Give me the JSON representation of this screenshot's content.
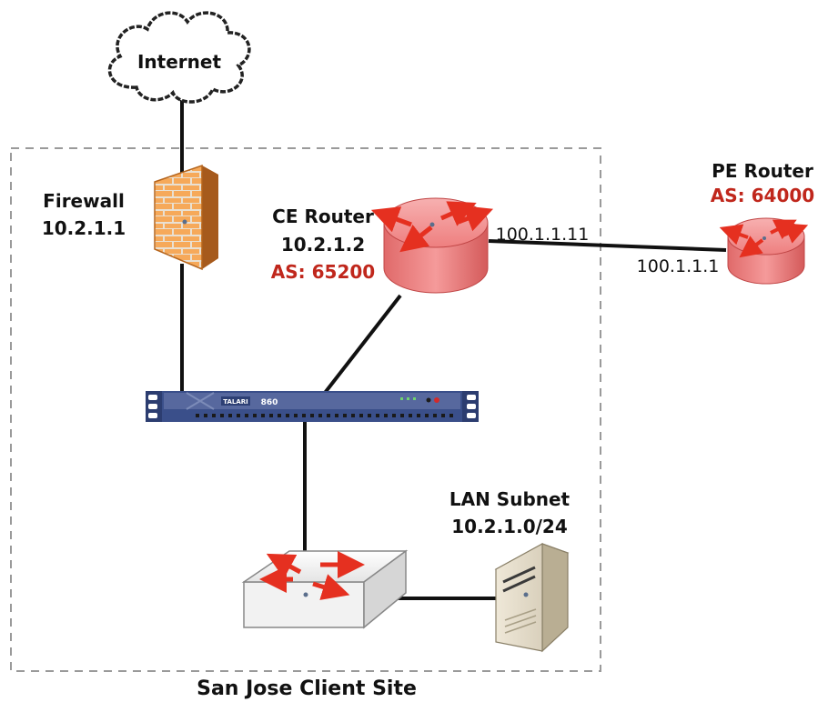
{
  "diagram": {
    "site_title": "San Jose Client Site",
    "internet": {
      "label": "Internet"
    },
    "firewall": {
      "name": "Firewall",
      "ip": "10.2.1.1"
    },
    "ce_router": {
      "name": "CE Router",
      "ip": "10.2.1.2",
      "as": "AS: 65200"
    },
    "pe_router": {
      "name": "PE Router",
      "as": "AS: 64000"
    },
    "link_ce_pe": {
      "ce_ip": "100.1.1.11",
      "pe_ip": "100.1.1.1"
    },
    "appliance": {
      "brand": "TALARI",
      "model": "860"
    },
    "lan": {
      "name": "LAN Subnet",
      "subnet": "10.2.1.0/24"
    }
  },
  "colors": {
    "as_text": "#c0271c",
    "router_red": "#f08080",
    "firewall_orange": "#f4a04a",
    "appliance_blue": "#3a4f8a",
    "site_border": "#9a9a9a"
  }
}
